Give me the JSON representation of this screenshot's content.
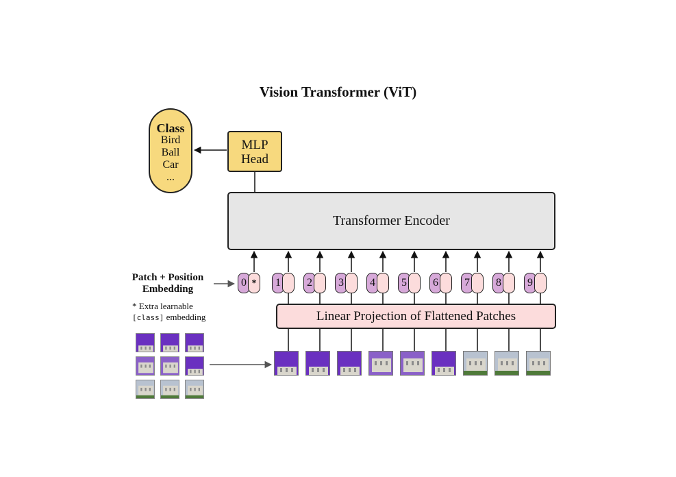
{
  "title": "Vision Transformer (ViT)",
  "class_box": {
    "heading": "Class",
    "items": [
      "Bird",
      "Ball",
      "Car",
      "..."
    ]
  },
  "mlp_head": {
    "line1": "MLP",
    "line2": "Head"
  },
  "encoder_label": "Transformer Encoder",
  "projection_label": "Linear Projection of Flattened Patches",
  "patch_embedding_label": {
    "line1": "Patch + Position",
    "line2": "Embedding"
  },
  "extra_note": {
    "line1": "* Extra learnable",
    "code": "[class]",
    "rest": " embedding"
  },
  "tokens": [
    {
      "num": "0",
      "emb": "*"
    },
    {
      "num": "1",
      "emb": ""
    },
    {
      "num": "2",
      "emb": ""
    },
    {
      "num": "3",
      "emb": ""
    },
    {
      "num": "4",
      "emb": ""
    },
    {
      "num": "5",
      "emb": ""
    },
    {
      "num": "6",
      "emb": ""
    },
    {
      "num": "7",
      "emb": ""
    },
    {
      "num": "8",
      "emb": ""
    },
    {
      "num": "9",
      "emb": ""
    }
  ],
  "colors": {
    "class_fill": "#f7d97e",
    "encoder_fill": "#e6e6e6",
    "projection_fill": "#fcdcdc",
    "position_fill": "#d7a9d9",
    "patch_fill": "#fcdcdc"
  }
}
